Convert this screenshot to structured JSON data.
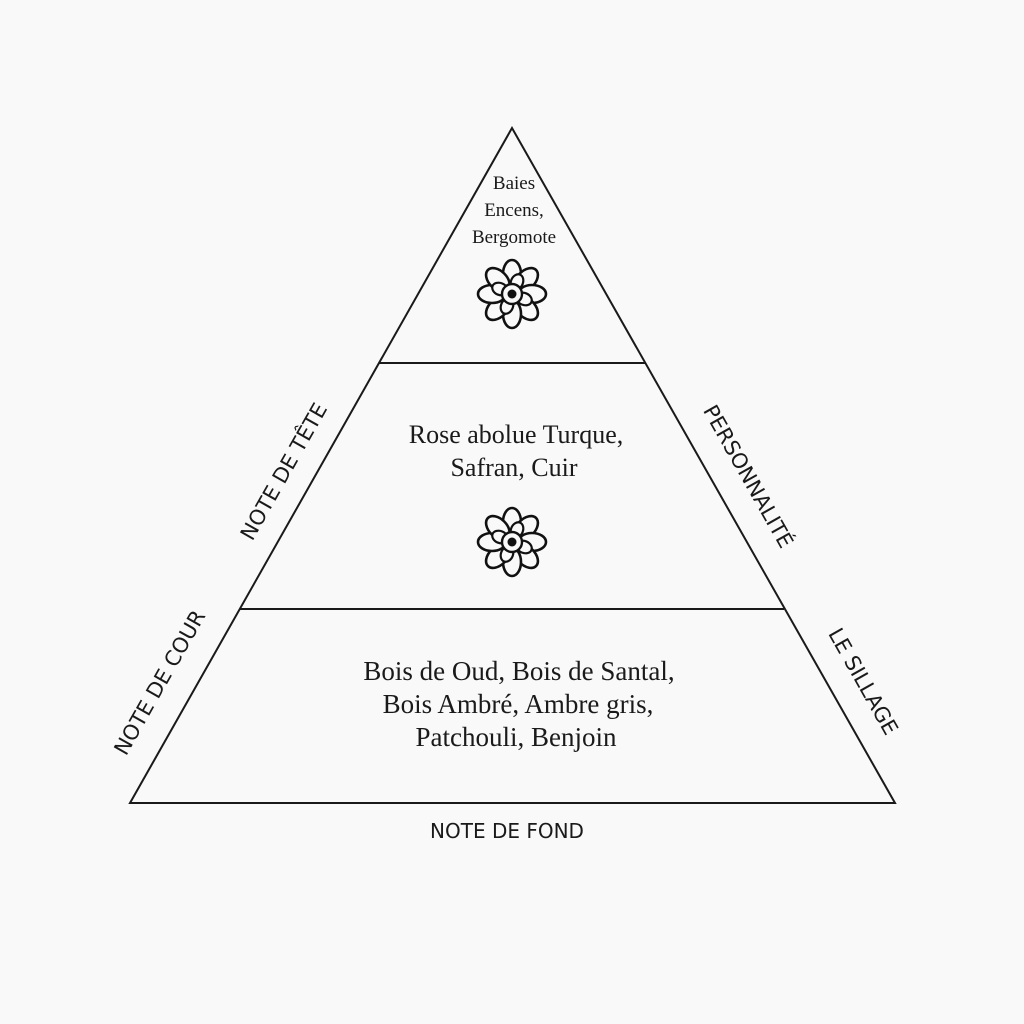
{
  "pyramid": {
    "tiers": [
      {
        "id": "top",
        "lines": [
          "Baies",
          "Encens,",
          "Bergomote"
        ],
        "icon": "flower-icon"
      },
      {
        "id": "middle",
        "lines": [
          "Rose abolue Turque,",
          "Safran, Cuir"
        ],
        "icon": "flower-icon"
      },
      {
        "id": "bottom",
        "lines": [
          "Bois de Oud, Bois de Santal,",
          "Bois Ambré, Ambre gris,",
          "Patchouli, Benjoin"
        ]
      }
    ],
    "side_labels": {
      "left_upper": "NOTE DE TÊTE",
      "left_lower": "NOTE DE COUR",
      "right_upper": "PERSONNALITÉ",
      "right_lower": "LE SILLAGE",
      "base": "NOTE DE FOND"
    }
  },
  "colors": {
    "line": "#1a1a1a",
    "background": "#f9f9f9"
  }
}
